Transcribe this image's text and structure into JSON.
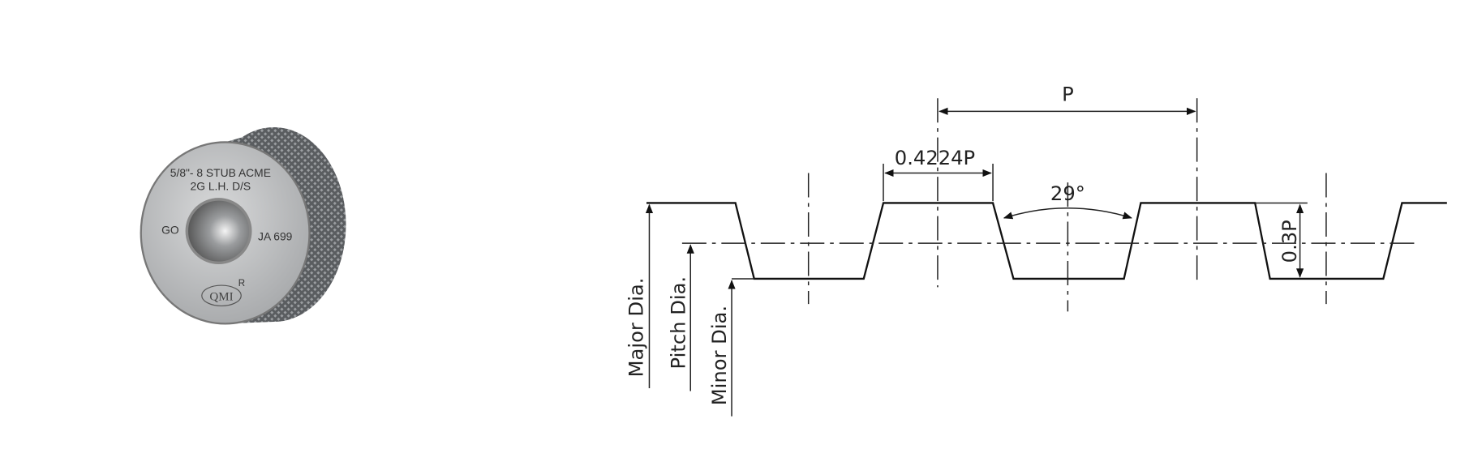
{
  "gauge": {
    "line1": "5/8\"- 8 STUB ACME",
    "line2": "2G L.H. D/S",
    "go": "GO",
    "serial": "JA 699",
    "logo": "QMI",
    "registered": "R"
  },
  "diagram": {
    "pitch_label": "P",
    "crest_width_label": "0.4224P",
    "angle_label": "29°",
    "depth_label": "0.3P",
    "major_dia_label": "Major Dia.",
    "pitch_dia_label": "Pitch Dia.",
    "minor_dia_label": "Minor Dia."
  }
}
